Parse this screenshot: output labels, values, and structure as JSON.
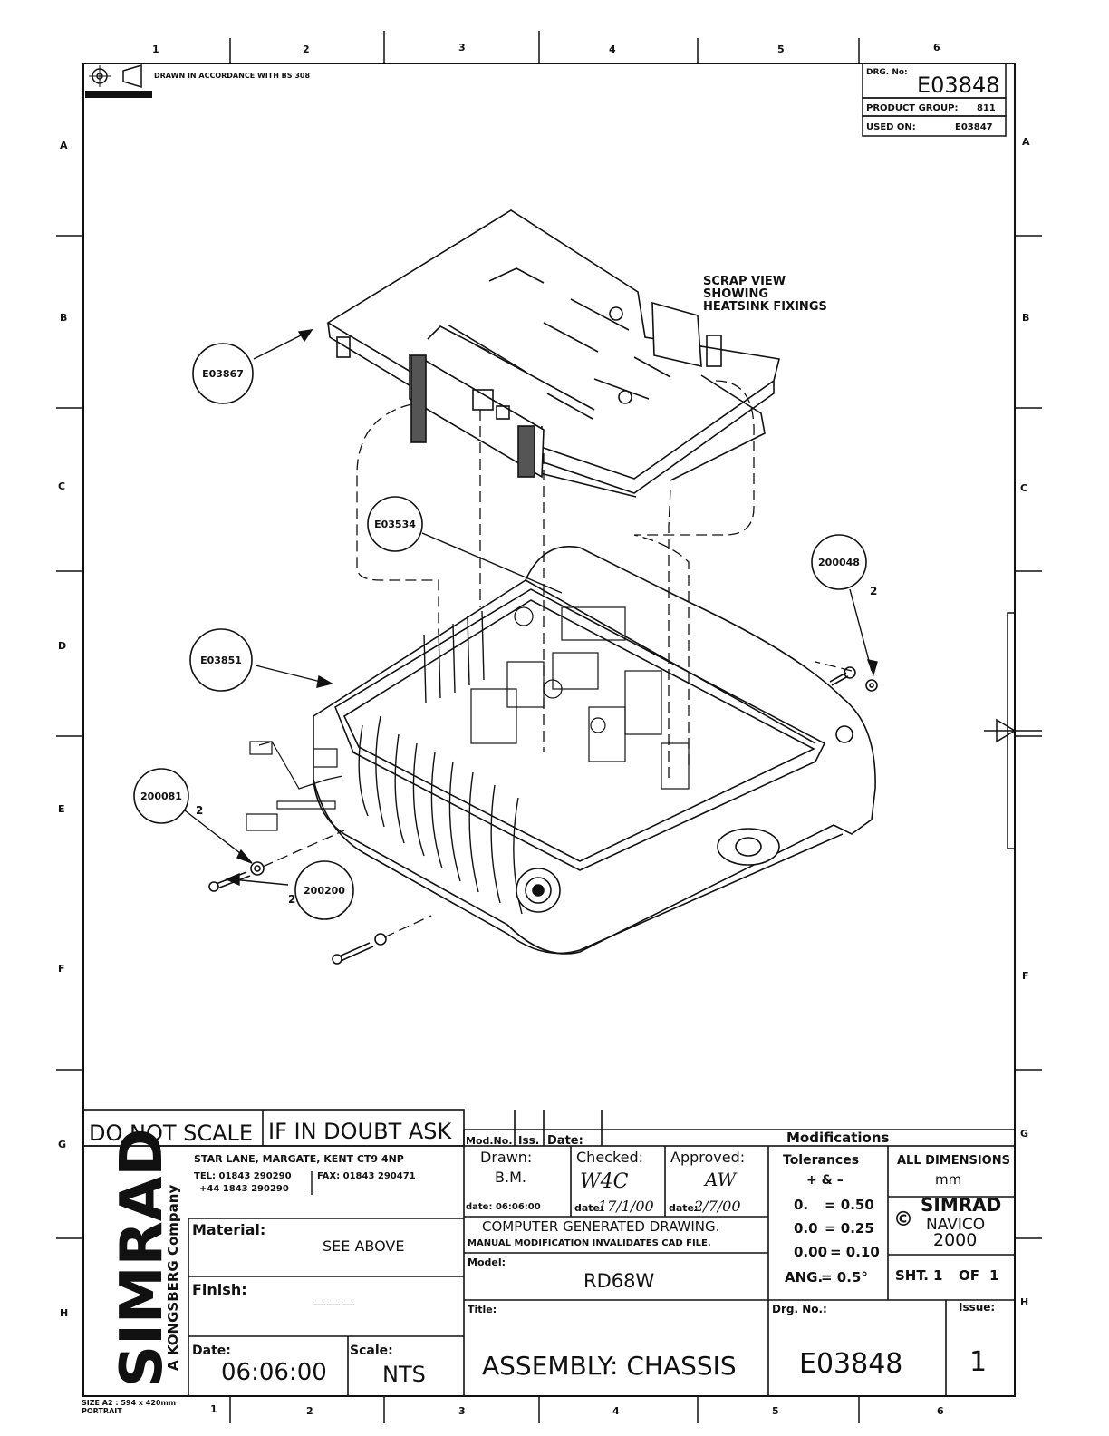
{
  "grid": {
    "columns": [
      "1",
      "2",
      "3",
      "4",
      "5",
      "6"
    ],
    "rows": [
      "A",
      "B",
      "C",
      "D",
      "E",
      "F",
      "G",
      "H"
    ]
  },
  "header": {
    "projection_note": "DRAWN IN ACCORDANCE WITH BS 308",
    "drg_no_label": "DRG. No:",
    "drg_no": "E03848",
    "product_group_label": "PRODUCT GROUP:",
    "product_group": "811",
    "used_on_label": "USED ON:",
    "used_on": "E03847"
  },
  "callouts": [
    {
      "id": "E03867",
      "qty": ""
    },
    {
      "id": "E03534",
      "qty": ""
    },
    {
      "id": "E03851",
      "qty": ""
    },
    {
      "id": "200048",
      "qty": "2"
    },
    {
      "id": "200081",
      "qty": "2"
    },
    {
      "id": "200200",
      "qty": "2"
    }
  ],
  "scrap_note": [
    "SCRAP VIEW",
    "SHOWING",
    "HEATSINK FIXINGS"
  ],
  "title_block": {
    "do_not_scale": "DO NOT SCALE",
    "if_in_doubt": "IF IN DOUBT ASK",
    "mod_no_label": "Mod.No.",
    "iss_label": "Iss.",
    "date_label": "Date:",
    "modifications_label": "Modifications",
    "company_logo": "SIMRAD",
    "company_sub": "A KONGSBERG Company",
    "address": "STAR LANE, MARGATE, KENT CT9 4NP",
    "tel": "TEL: 01843 290290",
    "fax": "FAX: 01843 290471",
    "tel_intl": "+44 1843 290290",
    "drawn_label": "Drawn:",
    "drawn_by": "B.M.",
    "drawn_date": "date: 06:06:00",
    "checked_label": "Checked:",
    "checked_by": "W4C",
    "checked_date_label": "date:",
    "checked_date": "17/1/00",
    "approved_label": "Approved:",
    "approved_by": "AW",
    "approved_date_label": "date:",
    "approved_date": "2/7/00",
    "cad_note_1": "COMPUTER GENERATED DRAWING.",
    "cad_note_2": "MANUAL MODIFICATION INVALIDATES CAD FILE.",
    "tolerances_label": "Tolerances",
    "tolerances_sign": "+ & –",
    "tol_rows": [
      {
        "k": "0.",
        "v": "= 0.50"
      },
      {
        "k": "0.0",
        "v": "= 0.25"
      },
      {
        "k": "0.00",
        "v": "= 0.10"
      },
      {
        "k": "ANG.",
        "v": "= 0.5°"
      }
    ],
    "all_dimensions_label": "ALL DIMENSIONS",
    "units": "mm",
    "copyright_mark": "©",
    "copyright_brand": "SIMRAD",
    "copyright_brand_2": "NAVICO",
    "copyright_year": "2000",
    "material_label": "Material:",
    "material": "SEE ABOVE",
    "finish_label": "Finish:",
    "finish": "———",
    "model_label": "Model:",
    "model": "RD68W",
    "sheet_label": "SHT.",
    "sheet": "1",
    "sheet_of_label": "OF",
    "sheet_of": "1",
    "date_block_label": "Date:",
    "date": "06:06:00",
    "scale_label": "Scale:",
    "scale": "NTS",
    "title_label": "Title:",
    "title": "ASSEMBLY:  CHASSIS",
    "drg_no_label": "Drg. No.:",
    "drg_no": "E03848",
    "issue_label": "Issue:",
    "issue": "1",
    "size_note": "SIZE A2 : 594 x 420mm",
    "portrait": "PORTRAIT"
  }
}
